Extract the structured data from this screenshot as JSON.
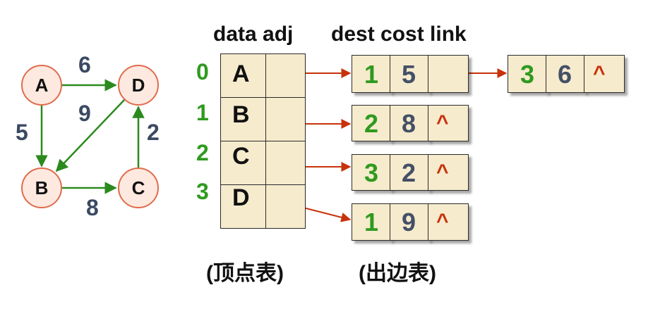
{
  "header": {
    "data_adj": "data adj",
    "dest_cost_link": "dest cost link"
  },
  "graph": {
    "nodes": [
      "A",
      "D",
      "B",
      "C"
    ],
    "edge_weights": {
      "a_d": "6",
      "d_b": "9",
      "a_b": "5",
      "c_d": "2",
      "b_c": "8"
    }
  },
  "vertex_table": {
    "indices": [
      "0",
      "1",
      "2",
      "3"
    ],
    "names": [
      "A",
      "B",
      "C",
      "D"
    ]
  },
  "edge_nodes": [
    {
      "dest": "1",
      "cost": "5",
      "link": ""
    },
    {
      "dest": "3",
      "cost": "6",
      "link": "^"
    },
    {
      "dest": "2",
      "cost": "8",
      "link": "^"
    },
    {
      "dest": "3",
      "cost": "2",
      "link": "^"
    },
    {
      "dest": "1",
      "cost": "9",
      "link": "^"
    }
  ],
  "captions": {
    "vertex_table": "(顶点表)",
    "edge_table": "(出边表)"
  },
  "colors": {
    "cell_fill": "#f6ebcd",
    "index_green": "#2f9a1f",
    "arrow_red": "#c8320a",
    "edge_green": "#2b8a1e",
    "node_fill": "#fde9df",
    "node_stroke": "#e06c4d"
  }
}
